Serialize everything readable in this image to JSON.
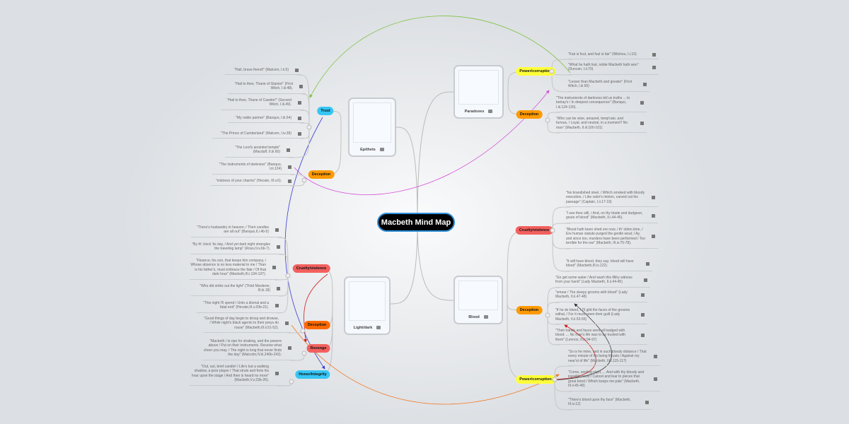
{
  "title": "Macbeth Mind Map",
  "topics": [
    {
      "label": "Epithets",
      "icon": "image-icon"
    },
    {
      "label": "Paradoxes",
      "icon": "image-icon"
    },
    {
      "label": "Light/dark",
      "icon": "image-icon"
    },
    {
      "label": "Blood",
      "icon": "image-icon"
    }
  ],
  "branches": [
    {
      "label": "Trust",
      "color": "#36c6f4"
    },
    {
      "label": "Deception",
      "color": "#ff9a00"
    },
    {
      "label": "Cruelty/violence",
      "color": "#f2605e"
    },
    {
      "label": "Deception",
      "color": "#ff6a00"
    },
    {
      "label": "Revenge",
      "color": "#f2605e"
    },
    {
      "label": "Honor/Integrity",
      "color": "#36c6f4"
    },
    {
      "label": "Power/corruption",
      "color": "#ffff3a"
    },
    {
      "label": "Deception",
      "color": "#ff9a00"
    },
    {
      "label": "Cruelty/violence",
      "color": "#f2605e"
    },
    {
      "label": "Deception",
      "color": "#ff9a00"
    },
    {
      "label": "Power/corruption",
      "color": "#ffff3a"
    }
  ],
  "leaves": [
    "\"Hail, brave friend!\" (Malcom, I.ii.5)",
    "\"Hail to thee, Thane of Glamis!\" (First Witch, I.iii.48).",
    "\"Hail to thee, Thane of Cawdor!\" (Second Witch, I.iii.49).",
    "\"My noble partner\" (Banquo, I.iii.54)",
    "\"The Prince of Cumberland\" (Malcom, I.iv.39)",
    "\"The Lord's anointed temple\" (Macduff, II.iii.60)",
    "\"The instruments of darkness\" (Banquo, I.iii.124)",
    "\"mistress of your charms\" (Hecate, III.v.6).",
    "\"There's husbandry in heaven; / Their candles are all out\" (Banquo,II.i.4b-5)",
    "\"By th' clock 'tis day, / And yet dark night strangles the traveling lamp\" (Ross,II.iv.6b-7).",
    "\"Fleance, his son, that keeps him company, / Whose absence is no less material to me / Than is his father's, must embrace the fate / Of that dark hour\" (Macbeth,III.i.134-137).",
    "\"Who did strike out the light\" (Third Murderer, III.iii.18)",
    "\"This night I'll spend / Unto a dismal and a fatal end\" (Hecate,III.v.20b-21).",
    "\"Good things of day begin to droop and drowse, / While night's black agents to their preys do rouse\" (Macbeth,III.ii.51-52).",
    "\"Macbeth / Is ripe for shaking, and the powers above / Put on their instruments. Receive what cheer you may. / The night is long that never finds the day\" (Malcolm,IV.iii.240b-243).",
    "\"Out, out, brief candle! / Life's but a walking shadow, a poor player / That struts and frets his hour upon the stage / And then is heard no more\" (Macbeth,V.v.23b-26).",
    "\"Fair is foul, and foul is fair\" (Witches, I.i.10)",
    "\"What he hath lost, noble Macbeth hath won\" (Duncan, I.ii.70)",
    "\"Lesser than Macbeth and greater\" (First Witch, I.iii.65)",
    "\"The instruments of darkness tell us truths ... to betray's / In deepest consequence\" (Banquo, I.iii.124-126).",
    "\"Who can be wise, amazed, temp'rate, and furious, / Loyal, and neutral, in a moment? No man\" (Macbeth, II.iii.100-101)",
    "\"his brandished steel, / Which smoked with bloody execution, / Like valor's minion, carved out his passage\" (Captain, I.ii.17-19)",
    "\"I see thee still, / And, on thy blade and dudgeon, gouts of blood\" (Macbeth, II.i.44-45).",
    "\"Blood hath been shed ere now, / th' olden time, / Ere human statute purged the gentle weal; / Ay, and since too, murders have been performed / Too terrible for the ear\" (Macbeth, III.iv.75-78).",
    "\"It will have blood, they say; blood will have blood\" (Macbeth,III.iv.122).",
    "\"Go get some water / And wash this filthy witness from your hand\" (Lady Macbeth, II.ii.44-45)",
    "\"smear / The sleepy grooms with blood\" (Lady Macbeth, II.ii.47-48)",
    "\"If he do bleed, / I'll gild the faces of the grooms withal, / For it must seem their guilt (Lady Macbeth, II.ii.53-55)",
    "\"Their hands and faces were all badged with blood. ... No man's life was to be trusted with them\" (Lennox, II.iii.94-97)",
    "\"So is he mine, and in such bloody distance / That every minute of his being thrusts / Against my near'st of life\" (Macbeth, III.i.115-117)",
    "\"Come, seeling night, ... And with thy bloody and invisible hand / Cancel and tear to pieces that great bond / Which keeps me pale\" (Macbeth, III.ii.45-49)",
    "\"There's blood upon thy face\" (Macbeth, III.iv.12)"
  ]
}
